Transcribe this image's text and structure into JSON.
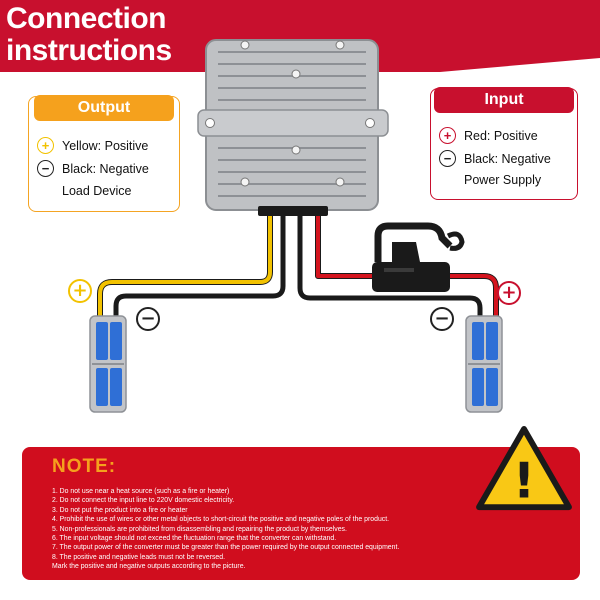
{
  "header": {
    "title_line1": "Connection",
    "title_line2": "instructions"
  },
  "output_box": {
    "title": "Output",
    "rows": [
      {
        "symbol": "+",
        "text": "Yellow:  Positive"
      },
      {
        "symbol": "−",
        "text": "Black:  Negative"
      }
    ],
    "device": "Load Device"
  },
  "input_box": {
    "title": "Input",
    "rows": [
      {
        "symbol": "+",
        "text": "Red: Positive"
      },
      {
        "symbol": "−",
        "text": "Black: Negative"
      }
    ],
    "device": "Power Supply"
  },
  "polarity_marks": {
    "output_positive": "+",
    "output_negative": "−",
    "input_positive": "+",
    "input_negative": "−"
  },
  "note": {
    "title": "NOTE:",
    "items": [
      "1. Do not use near a heat source (such as a fire or heater)",
      "2. Do not connect the input line to 220V domestic electricity.",
      "3. Do not put the product into a fire or heater",
      "4. Prohibit the use of wires or other metal objects to short-circuit the positive and negative poles of the product.",
      "5. Non-professionals are prohibited from disassembling and repairing the product by themselves.",
      "6. The input voltage should not exceed the fluctuation range that the converter can withstand.",
      "7. The output power of the converter must be greater than the power required by the output connected equipment.",
      "8. The positive and negative leads must not be reversed.",
      "Mark the positive and negative outputs according to the picture."
    ],
    "warning_symbol": "!"
  },
  "colors": {
    "brand_red": "#c8102e",
    "accent_orange": "#f5a11d",
    "wire_yellow": "#f2c200",
    "wire_red": "#d4141e",
    "wire_black": "#1a1a1a",
    "connector_blue": "#2f6fd6"
  },
  "icons": [
    "warning-triangle-icon",
    "plus-icon",
    "minus-icon"
  ]
}
